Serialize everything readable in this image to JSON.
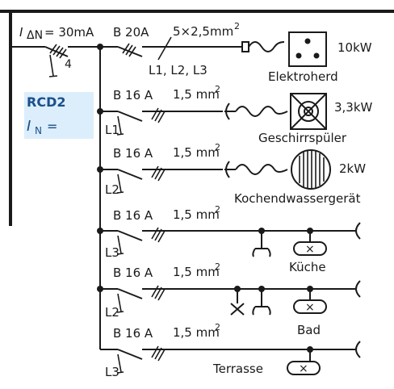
{
  "rcd_main": {
    "label_i": "I",
    "label_sub": "ΔN",
    "label_value": "= 30mA",
    "poles": "4"
  },
  "rcd2": {
    "title": "RCD2",
    "i_label": "I",
    "i_sub": "N",
    "i_eq": "="
  },
  "circuits": [
    {
      "breaker": "B 20A",
      "cable": "5×2,5mm",
      "cable_sup": "2",
      "phases": "L1, L2, L3",
      "load": "Elektroherd",
      "power": "10kW"
    },
    {
      "breaker": "B 16 A",
      "cable": "1,5 mm",
      "cable_sup": "2",
      "phase": "L1",
      "load": "Geschirrspüler",
      "power": "3,3kW"
    },
    {
      "breaker": "B 16 A",
      "cable": "1,5 mm",
      "cable_sup": "2",
      "phase": "L2",
      "load": "Kochendwassergerät",
      "power": "2kW"
    },
    {
      "breaker": "B 16 A",
      "cable": "1,5 mm",
      "cable_sup": "2",
      "phase": "L3",
      "load": "Küche"
    },
    {
      "breaker": "B 16 A",
      "cable": "1,5 mm",
      "cable_sup": "2",
      "phase": "L2",
      "load": "Bad"
    },
    {
      "breaker": "B 16 A",
      "cable": "1,5 mm",
      "cable_sup": "2",
      "phase": "L3",
      "load": "Terrasse"
    }
  ],
  "colors": {
    "line": "#1a1a1a",
    "rcd2_bg": "#dceefb",
    "rcd2_text": "#1a4f8a"
  }
}
